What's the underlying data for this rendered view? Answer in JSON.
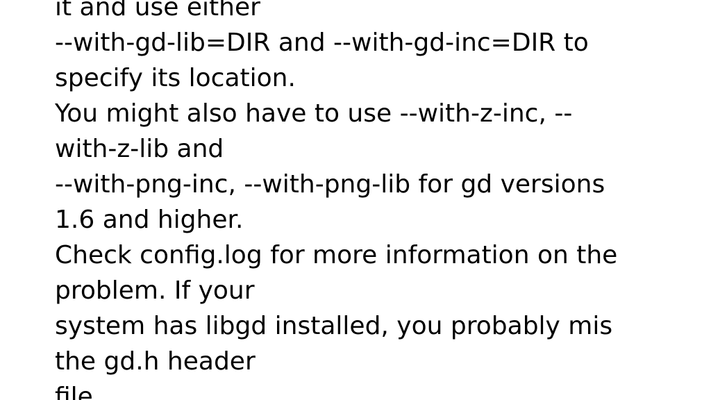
{
  "slide": {
    "lines": [
      "it and use either",
      "--with-gd-lib=DIR and --with-gd-inc=DIR to",
      "specify its location.",
      "You might also have to use --with-z-inc, --",
      "with-z-lib and",
      "--with-png-inc, --with-png-lib for gd versions",
      "1.6 and higher.",
      "Check config.log for more information on the",
      "problem. If your",
      "system has libgd installed, you probably mis",
      "the gd.h header",
      "file."
    ]
  }
}
